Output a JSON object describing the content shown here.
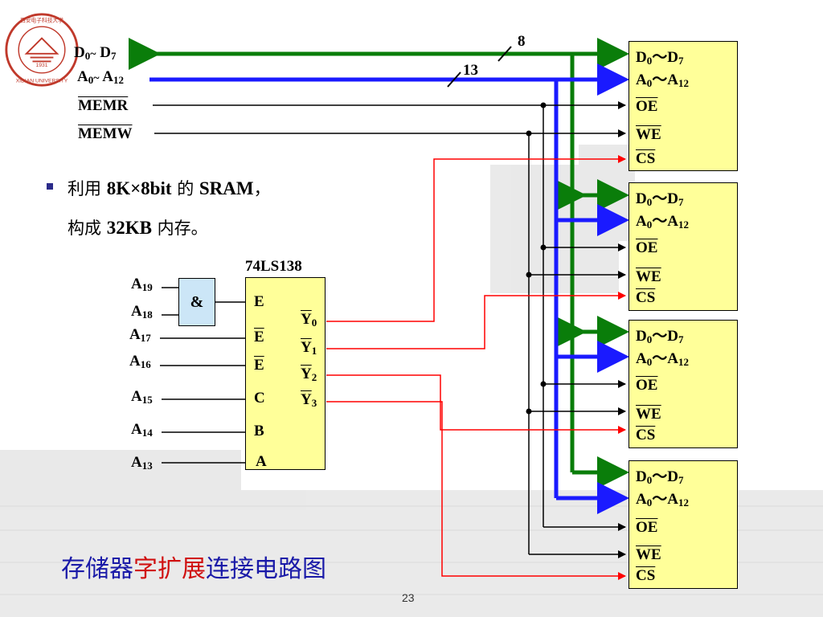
{
  "colors": {
    "data_bus": "#0a7d0a",
    "address_bus": "#1a1aff",
    "chip_select": "#ff0000",
    "control": "#000000",
    "chip_fill": "#ffff99",
    "gate_fill": "#cce6f7",
    "logo": "#c0392b",
    "caption_blue": "#1a1aa8",
    "caption_red": "#d01010"
  },
  "logo": {
    "icon": "university-seal-icon",
    "text": "XIDIAN UNIVERSITY",
    "year": "1931",
    "chinese": "西安电子科技大学"
  },
  "bus_labels": {
    "data": {
      "a": "D",
      "a_sub": "0",
      "sep": "~",
      "b": "D",
      "b_sub": "7"
    },
    "addr": {
      "a": "A",
      "a_sub": "0",
      "sep": "~",
      "b": "A",
      "b_sub": "12"
    },
    "memr": "MEMR",
    "memw": "MEMW",
    "data_width": "8",
    "addr_width": "13"
  },
  "bullet": {
    "line1_pre": "利用 ",
    "line1_bold": "8K×8bit",
    "line1_mid": " 的 ",
    "line1_bold2": "SRAM",
    "line1_post": "，",
    "line2_pre": "构成 ",
    "line2_bold": "32KB",
    "line2_post": " 内存。"
  },
  "decoder": {
    "title": "74LS138",
    "inputs": [
      "E",
      "E",
      "E",
      "C",
      "B",
      "A"
    ],
    "outputs": [
      {
        "name": "Y",
        "sub": "0"
      },
      {
        "name": "Y",
        "sub": "1"
      },
      {
        "name": "Y",
        "sub": "2"
      },
      {
        "name": "Y",
        "sub": "3"
      }
    ]
  },
  "gate": {
    "symbol": "&"
  },
  "address_inputs": [
    {
      "name": "A",
      "sub": "19"
    },
    {
      "name": "A",
      "sub": "18"
    },
    {
      "name": "A",
      "sub": "17"
    },
    {
      "name": "A",
      "sub": "16"
    },
    {
      "name": "A",
      "sub": "15"
    },
    {
      "name": "A",
      "sub": "14"
    },
    {
      "name": "A",
      "sub": "13"
    }
  ],
  "chip_pins": {
    "data": {
      "a": "D",
      "a_sub": "0",
      "sep": "～",
      "b": "D",
      "b_sub": "7"
    },
    "addr": {
      "a": "A",
      "a_sub": "0",
      "sep": "～",
      "b": "A",
      "b_sub": "12"
    },
    "oe": "OE",
    "we": "WE",
    "cs": "CS"
  },
  "caption": {
    "part1": "存储器",
    "part2": "字扩展",
    "part3": "连接电路图"
  },
  "page_number": "23"
}
